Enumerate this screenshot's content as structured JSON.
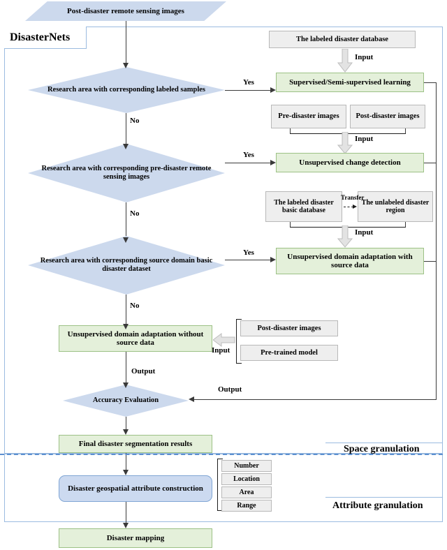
{
  "diagram": {
    "title": "DisasterNets",
    "type": "flowchart",
    "colors": {
      "green_fill": "#e4f0da",
      "green_border": "#9cc185",
      "blue_fill": "#ccd9ed",
      "blue_border": "#7fa5d4",
      "grey_fill": "#eeeeee",
      "grey_border": "#b8b8b8",
      "frame_border": "#9bbbe0",
      "divider": "#5b8fd0",
      "connector": "#3a3a3a"
    }
  },
  "nodes": {
    "input_images": "Post-disaster remote sensing images",
    "framework_label": "DisasterNets",
    "decision1": "Research area with corresponding labeled samples",
    "decision2": "Research area with corresponding pre-disaster remote sensing images",
    "decision3": "Research area with corresponding source domain basic disaster dataset",
    "labeled_db": "The labeled disaster database",
    "supervised": "Supervised/Semi-supervised learning",
    "pre_disaster_images": "Pre-disaster images",
    "post_disaster_images": "Post-disaster images",
    "change_detection": "Unsupervised change detection",
    "labeled_basic_db": "The labeled disaster basic database",
    "unlabeled_region": "The unlabeled disaster region",
    "uda_with_source": "Unsupervised domain adaptation with source data",
    "uda_without_source": "Unsupervised domain adaptation without source data",
    "post_disaster_images2": "Post-disaster images",
    "pretrained_model": "Pre-trained model",
    "accuracy_eval": "Accuracy Evaluation",
    "final_results": "Final disaster segmentation results",
    "geospatial_attr": "Disaster geospatial attribute construction",
    "disaster_mapping": "Disaster mapping"
  },
  "attributes": [
    "Number",
    "Location",
    "Area",
    "Range"
  ],
  "edge_labels": {
    "yes1": "Yes",
    "yes2": "Yes",
    "yes3": "Yes",
    "no1": "No",
    "no2": "No",
    "no3": "No",
    "input1": "Input",
    "input2": "Input",
    "input3": "Input",
    "input4": "Input",
    "transfer": "Transfer",
    "output_main": "Output",
    "output_side": "Output"
  },
  "granulation": {
    "space": "Space granulation",
    "attribute": "Attribute granulation"
  }
}
